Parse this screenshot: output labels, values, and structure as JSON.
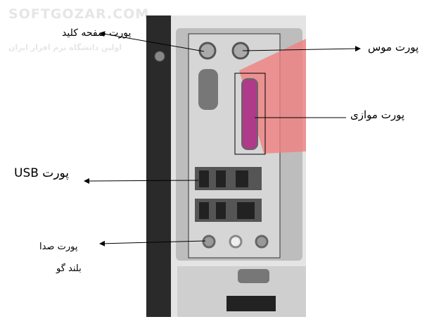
{
  "watermark": {
    "line1": "SOFTGOZAR.COM",
    "line2": "اولین دانشگاه نرم افزار ایران"
  },
  "labels": {
    "keyboard": "پورت صفحه کلید",
    "mouse": "پورت موس",
    "parallel": "پورت موازی",
    "usb": "پورت USB",
    "audio": "پورت صدا",
    "speaker": "بلند گو"
  },
  "colors": {
    "parallel_port": "#b03a8a",
    "highlight": "#f08080",
    "panel": "#d4d4d4",
    "chassis": "#2a2a2a"
  }
}
